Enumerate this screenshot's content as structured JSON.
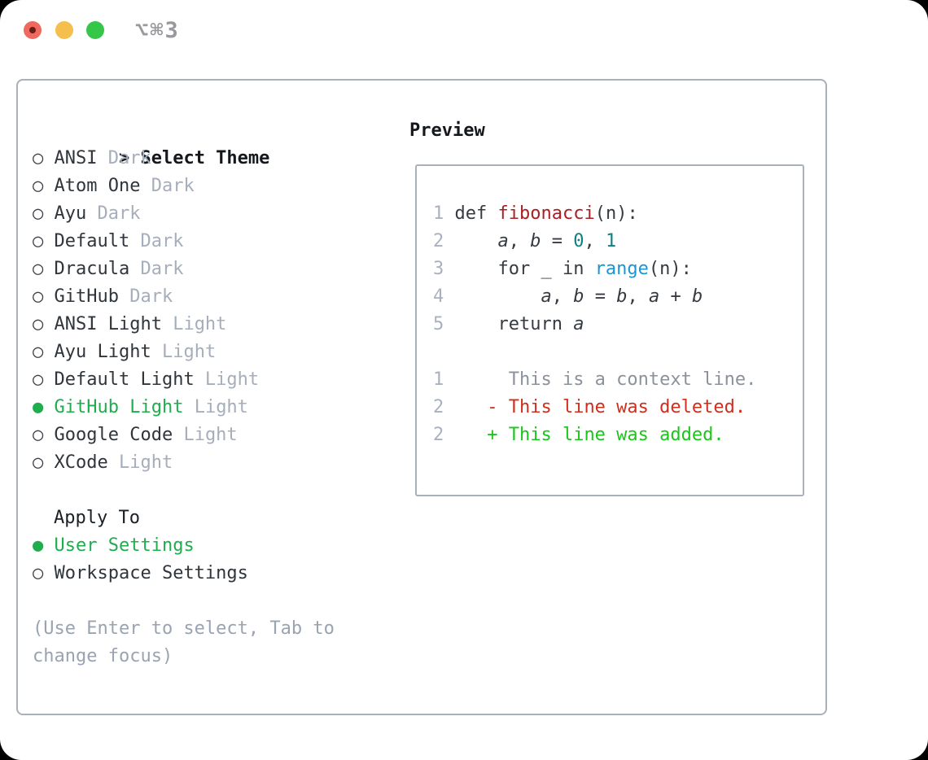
{
  "titlebar": {
    "shortcut_label": "⌥⌘3"
  },
  "theme_picker": {
    "prefix": ">",
    "heading": "Select Theme",
    "bullet_selected": "●",
    "bullet_unselected": "○",
    "items": [
      {
        "name": "ANSI",
        "variant": "Dark",
        "selected": false
      },
      {
        "name": "Atom One",
        "variant": "Dark",
        "selected": false
      },
      {
        "name": "Ayu",
        "variant": "Dark",
        "selected": false
      },
      {
        "name": "Default",
        "variant": "Dark",
        "selected": false
      },
      {
        "name": "Dracula",
        "variant": "Dark",
        "selected": false
      },
      {
        "name": "GitHub",
        "variant": "Dark",
        "selected": false
      },
      {
        "name": "ANSI Light",
        "variant": "Light",
        "selected": false
      },
      {
        "name": "Ayu Light",
        "variant": "Light",
        "selected": false
      },
      {
        "name": "Default Light",
        "variant": "Light",
        "selected": false
      },
      {
        "name": "GitHub Light",
        "variant": "Light",
        "selected": true
      },
      {
        "name": "Google Code",
        "variant": "Light",
        "selected": false
      },
      {
        "name": "XCode",
        "variant": "Light",
        "selected": false
      }
    ],
    "apply_section": {
      "heading": "Apply To",
      "options": [
        {
          "name": "User Settings",
          "selected": true
        },
        {
          "name": "Workspace Settings",
          "selected": false
        }
      ]
    },
    "hint_lines": [
      "(Use Enter to select, Tab to",
      "change focus)"
    ]
  },
  "preview": {
    "heading": "Preview",
    "lines": [
      {
        "num": "1",
        "segments": [
          {
            "text": "def ",
            "style": "code"
          },
          {
            "text": "fibonacci",
            "style": "function"
          },
          {
            "text": "(n):",
            "style": "code"
          }
        ]
      },
      {
        "num": "2",
        "segments": [
          {
            "text": "    ",
            "style": "code"
          },
          {
            "text": "a",
            "style": "variable"
          },
          {
            "text": ", ",
            "style": "code"
          },
          {
            "text": "b",
            "style": "variable"
          },
          {
            "text": " = ",
            "style": "code"
          },
          {
            "text": "0",
            "style": "number"
          },
          {
            "text": ", ",
            "style": "code"
          },
          {
            "text": "1",
            "style": "number"
          }
        ]
      },
      {
        "num": "3",
        "segments": [
          {
            "text": "    for _ in ",
            "style": "code"
          },
          {
            "text": "range",
            "style": "builtin"
          },
          {
            "text": "(n):",
            "style": "code"
          }
        ]
      },
      {
        "num": "4",
        "segments": [
          {
            "text": "        ",
            "style": "code"
          },
          {
            "text": "a",
            "style": "variable"
          },
          {
            "text": ", ",
            "style": "code"
          },
          {
            "text": "b",
            "style": "variable"
          },
          {
            "text": " = ",
            "style": "code"
          },
          {
            "text": "b",
            "style": "variable"
          },
          {
            "text": ", ",
            "style": "code"
          },
          {
            "text": "a",
            "style": "variable"
          },
          {
            "text": " + ",
            "style": "code"
          },
          {
            "text": "b",
            "style": "variable"
          }
        ]
      },
      {
        "num": "5",
        "segments": [
          {
            "text": "    return ",
            "style": "code"
          },
          {
            "text": "a",
            "style": "variable"
          }
        ]
      },
      {
        "num": "",
        "segments": []
      },
      {
        "num": "1",
        "segments": [
          {
            "text": "     This is a context line.",
            "style": "context"
          }
        ]
      },
      {
        "num": "2",
        "segments": [
          {
            "text": "   - This line was deleted.",
            "style": "deleted"
          }
        ]
      },
      {
        "num": "2",
        "segments": [
          {
            "text": "   + This line was added.",
            "style": "added"
          }
        ]
      }
    ]
  },
  "colors": {
    "selection_green": "#1fad4e",
    "added_green": "#1bc51b",
    "deleted_red": "#ce2f1d",
    "function_red": "#a91f24",
    "number_teal": "#0f7f7f",
    "builtin_blue": "#1b95d3",
    "muted_gray": "#a6aebb",
    "hint_gray": "#9aa3b1",
    "text_dark": "#2f353b",
    "border_gray": "#a9b0ba"
  }
}
